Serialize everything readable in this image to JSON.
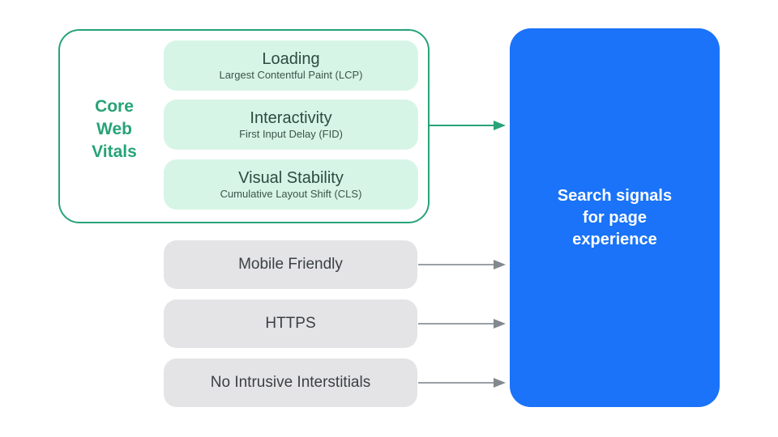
{
  "colors": {
    "green": "#27a377",
    "green_light": "#d7f5e6",
    "green_text_dark": "#2d4b40",
    "green_text_sub": "#3c544a",
    "gray_box": "#e4e4e6",
    "gray_text": "#3c4043",
    "arrow_gray": "#9aa0a6",
    "arrow_head": "#82888e",
    "blue": "#1a73f8",
    "white_text": "#ffffff"
  },
  "core_web_vitals": {
    "label": "Core Web Vitals",
    "items": [
      {
        "title": "Loading",
        "subtitle": "Largest Contentful Paint (LCP)"
      },
      {
        "title": "Interactivity",
        "subtitle": "First Input Delay (FID)"
      },
      {
        "title": "Visual Stability",
        "subtitle": "Cumulative Layout Shift (CLS)"
      }
    ]
  },
  "other_signals": [
    {
      "label": "Mobile Friendly"
    },
    {
      "label": "HTTPS"
    },
    {
      "label": "No Intrusive Interstitials"
    }
  ],
  "result_box": {
    "label": "Search signals for page experience"
  }
}
